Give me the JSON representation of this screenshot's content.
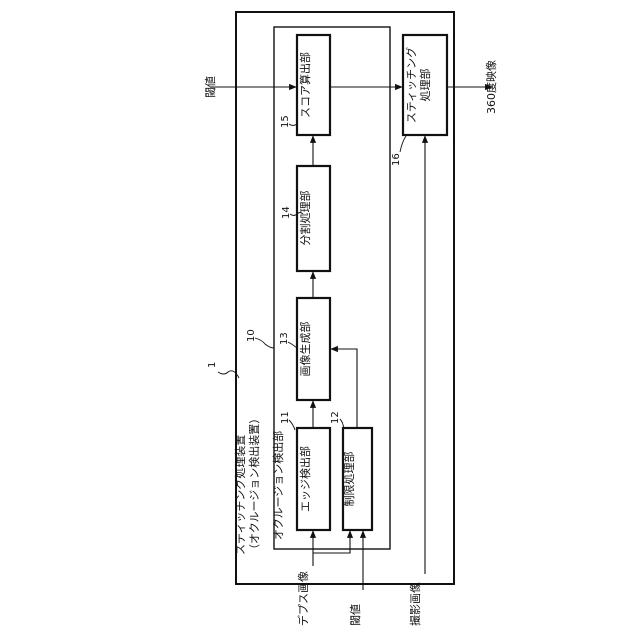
{
  "device": {
    "ref": "1",
    "title": "スティッチング処理装置",
    "subtitle": "（オクルージョン検出装置）"
  },
  "occlusion_unit": {
    "ref": "10",
    "title": "オクルージョン検出部"
  },
  "blocks": {
    "edge": {
      "ref": "11",
      "label": "エッジ検出部"
    },
    "limit": {
      "ref": "12",
      "label": "制限処理部"
    },
    "image": {
      "ref": "13",
      "label": "画像生成部"
    },
    "divide": {
      "ref": "14",
      "label": "分割処理部"
    },
    "score": {
      "ref": "15",
      "label": "スコア算出部"
    },
    "stitch": {
      "ref": "16",
      "label1": "スティッチング",
      "label2": "処理部"
    }
  },
  "signals": {
    "threshold_in": "閾値",
    "depth_image": "デプス画像",
    "threshold_bottom": "閾値",
    "captured_image": "撮影画像",
    "output": "360度映像"
  }
}
